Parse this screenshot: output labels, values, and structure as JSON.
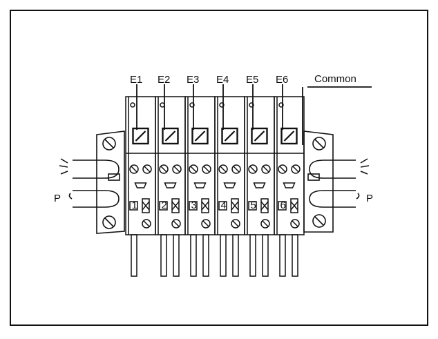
{
  "labels": {
    "electrodes": [
      "E1",
      "E2",
      "E3",
      "E4",
      "E5",
      "E6"
    ],
    "common": "Common",
    "pressure_left": "P",
    "pressure_right": "P"
  },
  "valve_numbers": [
    "1",
    "2",
    "3",
    "4",
    "5",
    "6"
  ],
  "colors": {
    "line": "#111111",
    "background": "#ffffff"
  }
}
